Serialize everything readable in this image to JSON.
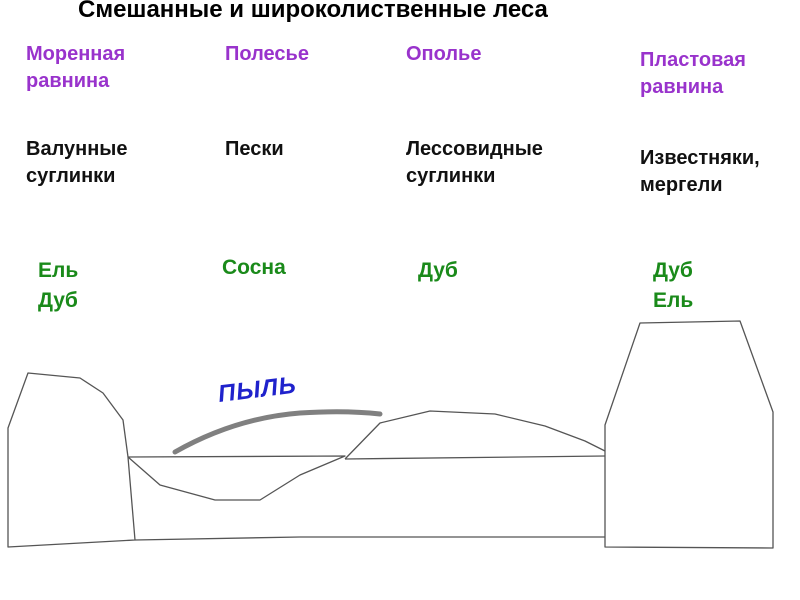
{
  "title": "Смешанные и широколиственные леса",
  "columns": [
    {
      "region": [
        "Моренная",
        "равнина"
      ],
      "soil": [
        "Валунные",
        "суглинки"
      ],
      "trees": [
        "Ель",
        "Дуб"
      ]
    },
    {
      "region": [
        "Полесье"
      ],
      "soil": [
        "Пески"
      ],
      "trees": [
        "Сосна"
      ]
    },
    {
      "region": [
        "Ополье"
      ],
      "soil": [
        "Лессовидные",
        "суглинки"
      ],
      "trees": [
        "Дуб"
      ]
    },
    {
      "region": [
        "Пластовая",
        "равнина"
      ],
      "soil": [
        "Известняки,",
        "мергели"
      ],
      "trees": [
        "Дуб",
        "Ель"
      ]
    }
  ],
  "profile_label": "ПЫЛЬ",
  "colors": {
    "region": "#9933cc",
    "soil": "#111111",
    "trees": "#1a8a1a",
    "dust_label": "#1f22cc",
    "dust_line": "#808080",
    "outline": "#555555"
  }
}
